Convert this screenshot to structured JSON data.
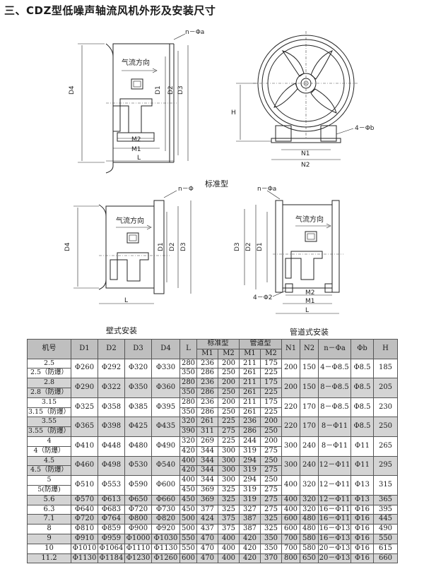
{
  "heading": "三、CDZ型低噪声轴流风机外形及安装尺寸",
  "drawings": {
    "labels": {
      "n_phi_a": "n－Φa",
      "n_phi": "n－Φ",
      "airflow": "气流方向",
      "D1": "D1",
      "D2": "D2",
      "D3": "D3",
      "D4": "D4",
      "M1": "M1",
      "M2": "M2",
      "N1": "N1",
      "N2": "N2",
      "L": "L",
      "H": "H",
      "four_phi_b": "4－Φb",
      "four_phi_2": "4－Φ2"
    },
    "captions": {
      "standard": "标准型",
      "wall": "壁式安装",
      "duct": "管道式安装"
    }
  },
  "table": {
    "headers": {
      "model": "机号",
      "D1": "D1",
      "D2": "D2",
      "D3": "D3",
      "D4": "D4",
      "L": "L",
      "std_group": "标准型",
      "duct_group": "管道型",
      "M1": "M1",
      "M2": "M2",
      "N1": "N1",
      "N2": "N2",
      "n_phi_a": "n－Φa",
      "phi_b": "Φb",
      "H": "H"
    },
    "groups": [
      {
        "models": [
          "2.5",
          "2.5（防爆）"
        ],
        "D1": "Φ260",
        "D2": "Φ292",
        "D3": "Φ320",
        "D4": "Φ330",
        "rows": [
          [
            "280",
            "236",
            "200",
            "211",
            "175"
          ],
          [
            "350",
            "286",
            "250",
            "261",
            "225"
          ]
        ],
        "N1": "200",
        "N2": "150",
        "na": "4－Φ8.5",
        "phib": "Φ8.5",
        "H": "185"
      },
      {
        "models": [
          "2.8",
          "2.8（防爆）"
        ],
        "D1": "Φ290",
        "D2": "Φ322",
        "D3": "Φ350",
        "D4": "Φ360",
        "rows": [
          [
            "280",
            "236",
            "200",
            "211",
            "175"
          ],
          [
            "350",
            "286",
            "250",
            "261",
            "225"
          ]
        ],
        "N1": "200",
        "N2": "150",
        "na": "8－Φ8.5",
        "phib": "Φ8.5",
        "H": "205"
      },
      {
        "models": [
          "3.15",
          "3.15（防爆）"
        ],
        "D1": "Φ325",
        "D2": "Φ358",
        "D3": "Φ385",
        "D4": "Φ395",
        "rows": [
          [
            "280",
            "236",
            "200",
            "211",
            "175"
          ],
          [
            "350",
            "286",
            "250",
            "261",
            "225"
          ]
        ],
        "N1": "220",
        "N2": "170",
        "na": "8－Φ8.5",
        "phib": "Φ8.5",
        "H": "230"
      },
      {
        "models": [
          "3.55",
          "3.55（防爆）"
        ],
        "D1": "Φ365",
        "D2": "Φ398",
        "D3": "Φ425",
        "D4": "Φ435",
        "rows": [
          [
            "320",
            "261",
            "225",
            "236",
            "200"
          ],
          [
            "390",
            "311",
            "275",
            "286",
            "250"
          ]
        ],
        "N1": "220",
        "N2": "170",
        "na": "8－Φ11",
        "phib": "Φ8.5",
        "H": "250"
      },
      {
        "models": [
          "4",
          "4（防爆）"
        ],
        "D1": "Φ410",
        "D2": "Φ448",
        "D3": "Φ480",
        "D4": "Φ490",
        "rows": [
          [
            "320",
            "269",
            "225",
            "244",
            "200"
          ],
          [
            "420",
            "344",
            "300",
            "319",
            "275"
          ]
        ],
        "N1": "300",
        "N2": "240",
        "na": "8－Φ11",
        "phib": "Φ11",
        "H": "265"
      },
      {
        "models": [
          "4.5",
          "4.5（防爆）"
        ],
        "D1": "Φ460",
        "D2": "Φ498",
        "D3": "Φ530",
        "D4": "Φ540",
        "rows": [
          [
            "400",
            "344",
            "300",
            "294",
            "250"
          ],
          [
            "420",
            "344",
            "300",
            "319",
            "275"
          ]
        ],
        "N1": "300",
        "N2": "240",
        "na": "12－Φ11",
        "phib": "Φ11",
        "H": "295"
      },
      {
        "models": [
          "5",
          "5(防爆)"
        ],
        "D1": "Φ510",
        "D2": "Φ553",
        "D3": "Φ590",
        "D4": "Φ600",
        "rows": [
          [
            "400",
            "344",
            "300",
            "294",
            "250"
          ],
          [
            "450",
            "369",
            "325",
            "319",
            "275"
          ]
        ],
        "N1": "400",
        "N2": "320",
        "na": "12－Φ11",
        "phib": "Φ13",
        "H": "315"
      }
    ],
    "singles": [
      [
        "5.6",
        "Φ570",
        "Φ613",
        "Φ650",
        "Φ660",
        "450",
        "369",
        "325",
        "319",
        "275",
        "400",
        "320",
        "12－Φ11",
        "Φ13",
        "365"
      ],
      [
        "6.3",
        "Φ640",
        "Φ683",
        "Φ720",
        "Φ730",
        "450",
        "377",
        "325",
        "327",
        "275",
        "400",
        "320",
        "16－Φ11",
        "Φ16",
        "395"
      ],
      [
        "7.1",
        "Φ720",
        "Φ764",
        "Φ800",
        "Φ820",
        "500",
        "424",
        "375",
        "387",
        "325",
        "600",
        "480",
        "16－Φ11",
        "Φ16",
        "445"
      ],
      [
        "8",
        "Φ810",
        "Φ859",
        "Φ900",
        "Φ920",
        "500",
        "437",
        "375",
        "387",
        "325",
        "600",
        "480",
        "16－Φ13",
        "Φ16",
        "490"
      ],
      [
        "9",
        "Φ910",
        "Φ959",
        "Φ1000",
        "Φ1030",
        "550",
        "470",
        "400",
        "420",
        "350",
        "700",
        "580",
        "16－Φ13",
        "Φ16",
        "550"
      ],
      [
        "10",
        "Φ1010",
        "Φ1064",
        "Φ1110",
        "Φ1130",
        "550",
        "470",
        "400",
        "420",
        "350",
        "700",
        "580",
        "20－Φ13",
        "Φ16",
        "615"
      ],
      [
        "11.2",
        "Φ1130",
        "Φ1184",
        "Φ1230",
        "Φ1260",
        "600",
        "470",
        "400",
        "420",
        "370",
        "800",
        "650",
        "20－Φ13",
        "Φ16",
        "660"
      ]
    ]
  }
}
